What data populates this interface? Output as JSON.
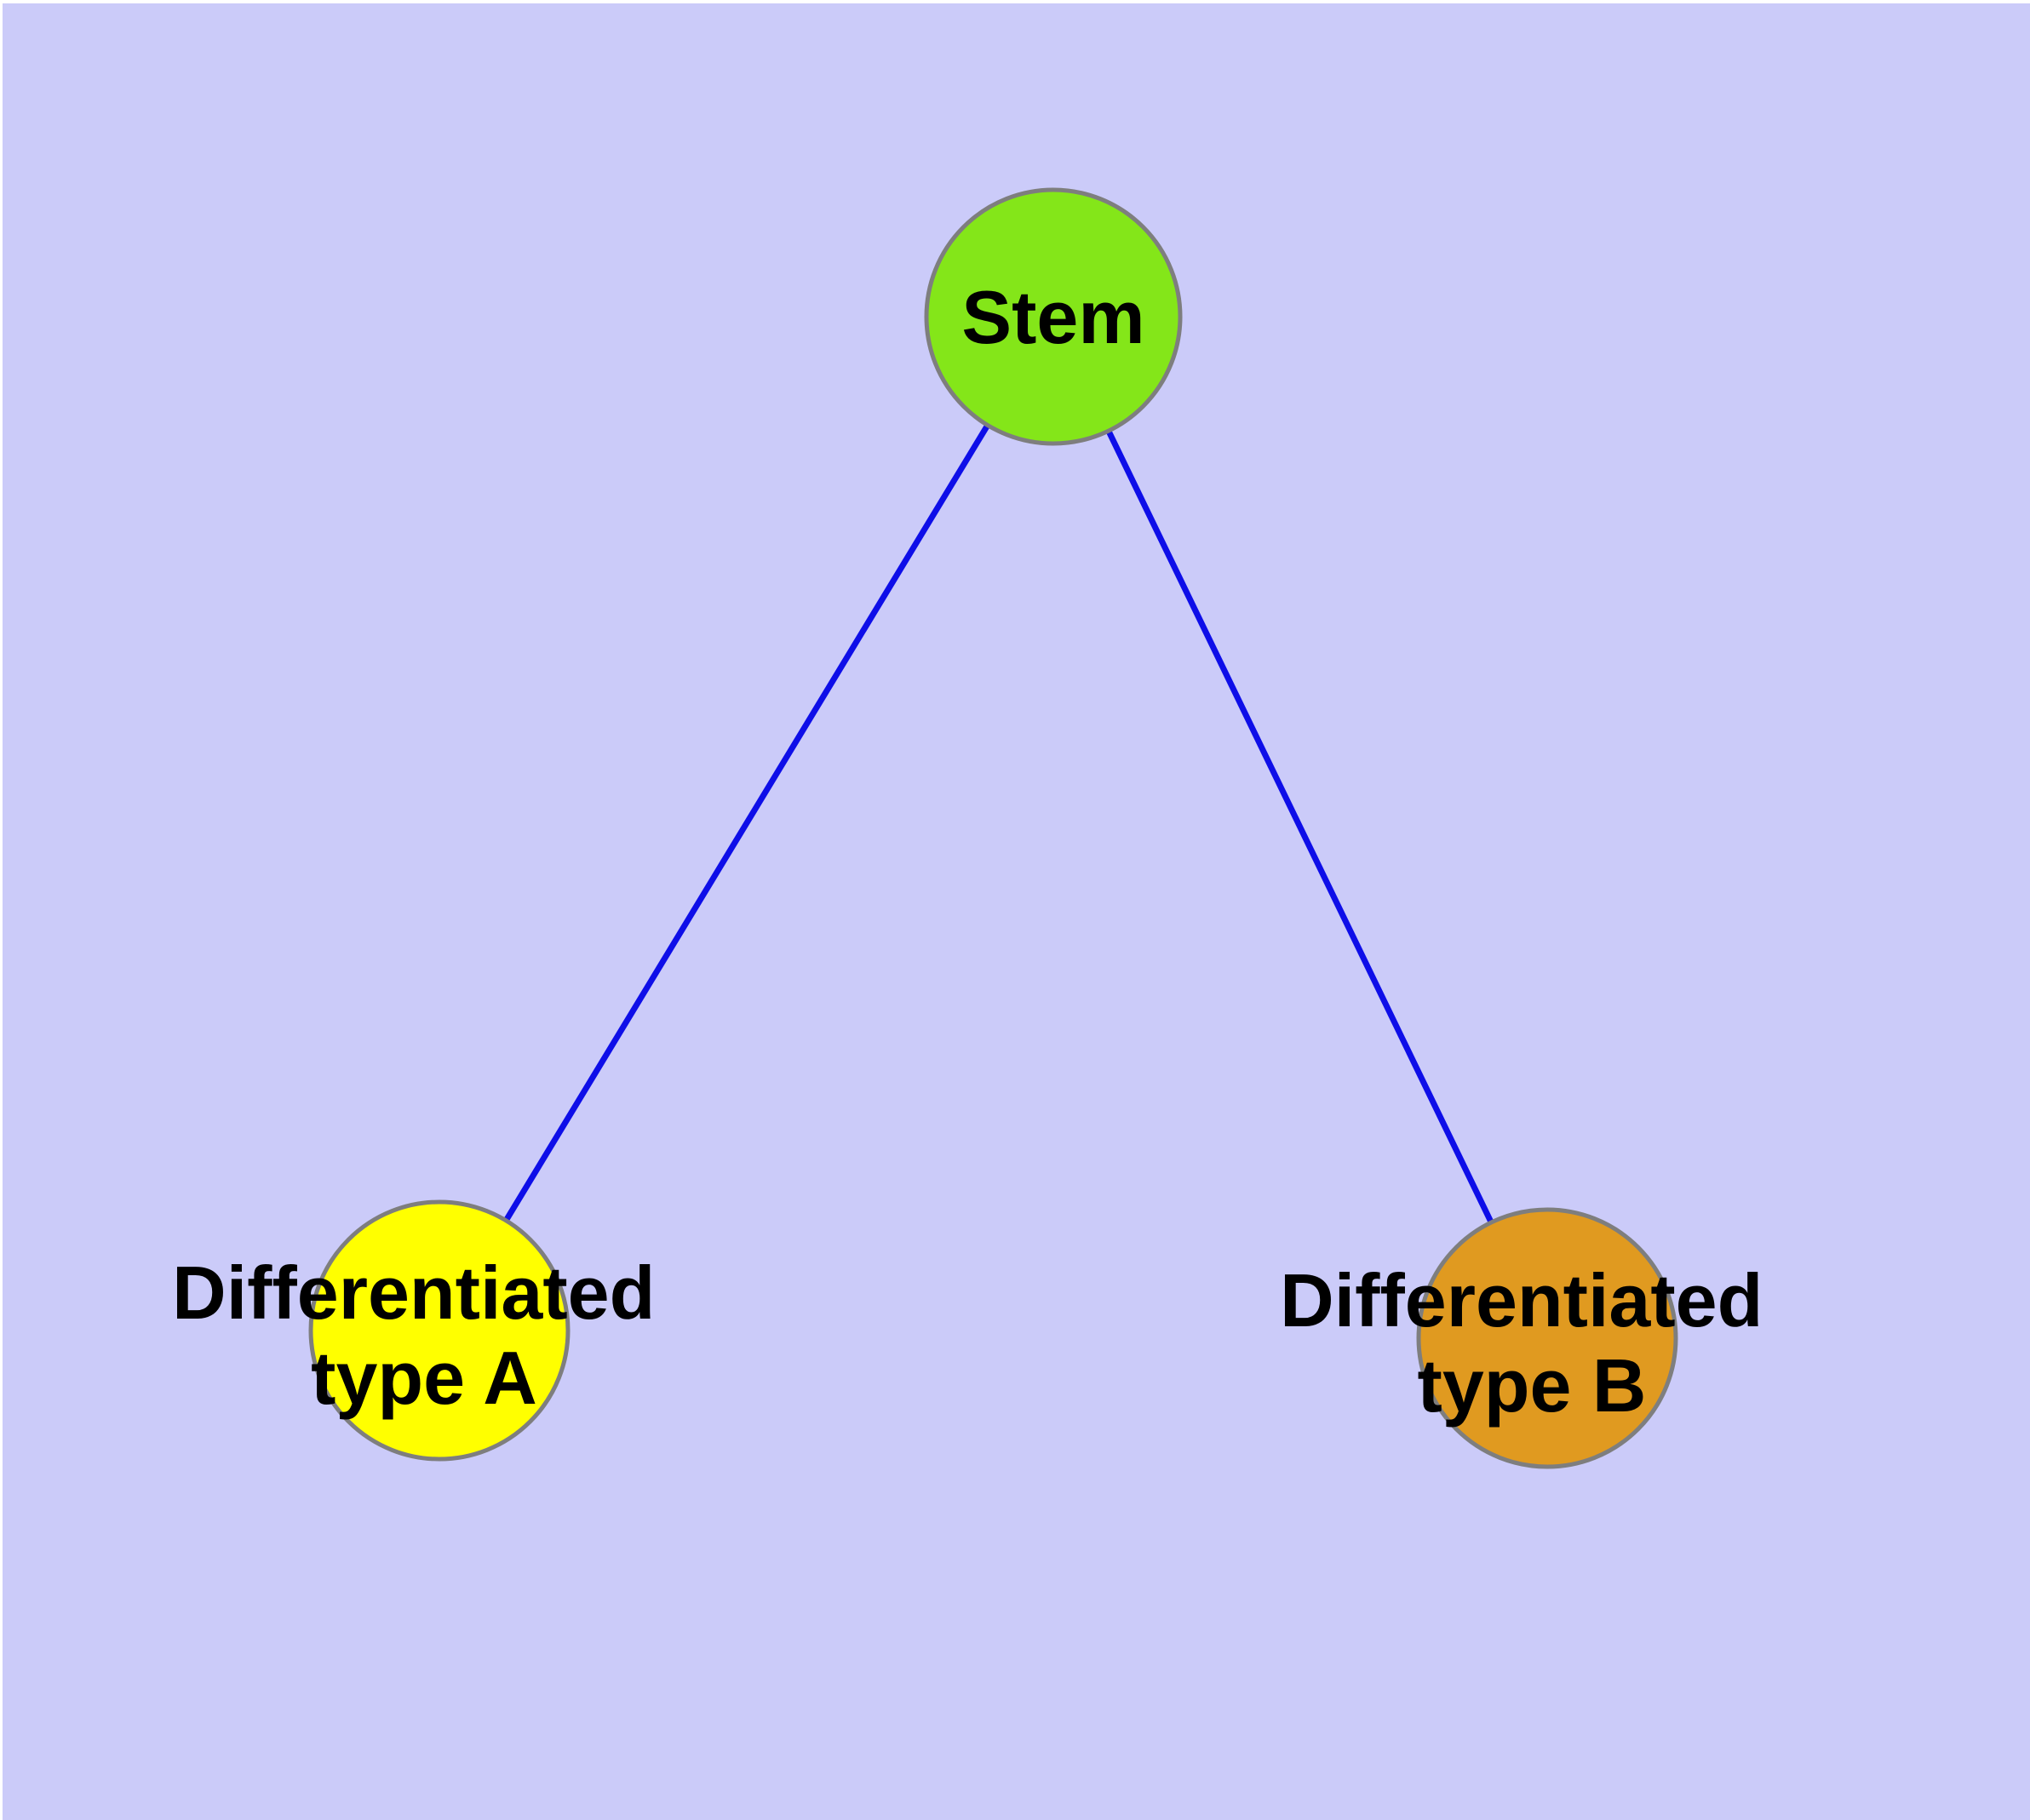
{
  "diagram": {
    "title": "",
    "background_color": "#CBCBF9",
    "frame_color": "#FFFFFF",
    "edge_color": "#0E0EE8",
    "node_border_color": "#7E7E7E",
    "label_color": "#000000",
    "nodes": [
      {
        "id": "stem",
        "label": "Stem",
        "label_lines": [
          "Stem"
        ],
        "fill": "#84E619"
      },
      {
        "id": "differentiated-type-a",
        "label": "Differentiated\ntype A",
        "label_lines": [
          "Differentiated",
          "type A"
        ],
        "fill": "#FFFF00"
      },
      {
        "id": "differentiated-type-b",
        "label": "Differentiated\ntype B",
        "label_lines": [
          "Differentiated",
          "type B"
        ],
        "fill": "#E09A20"
      }
    ],
    "edges": [
      {
        "from": "stem",
        "to": "differentiated-type-a"
      },
      {
        "from": "stem",
        "to": "differentiated-type-b"
      }
    ]
  }
}
